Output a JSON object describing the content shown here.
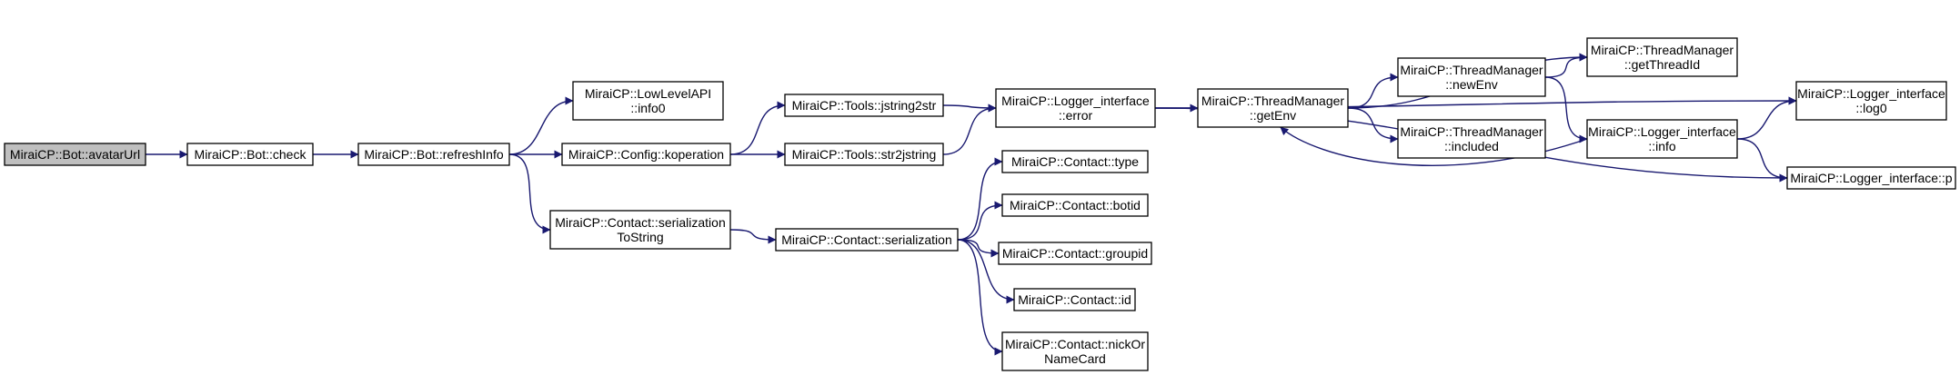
{
  "colors": {
    "edge": "#191970",
    "node_fill": "#ffffff",
    "root_fill": "#bfbfbf",
    "border": "#000000"
  },
  "nodes": [
    {
      "id": "avatarUrl",
      "lines": [
        "MiraiCP::Bot::avatarUrl"
      ],
      "root": true
    },
    {
      "id": "check",
      "lines": [
        "MiraiCP::Bot::check"
      ]
    },
    {
      "id": "refreshInfo",
      "lines": [
        "MiraiCP::Bot::refreshInfo"
      ]
    },
    {
      "id": "info0",
      "lines": [
        "MiraiCP::LowLevelAPI",
        "::info0"
      ]
    },
    {
      "id": "koperation",
      "lines": [
        "MiraiCP::Config::koperation"
      ]
    },
    {
      "id": "serToString",
      "lines": [
        "MiraiCP::Contact::serialization",
        "ToString"
      ]
    },
    {
      "id": "jstring2str",
      "lines": [
        "MiraiCP::Tools::jstring2str"
      ]
    },
    {
      "id": "str2jstring",
      "lines": [
        "MiraiCP::Tools::str2jstring"
      ]
    },
    {
      "id": "serialization",
      "lines": [
        "MiraiCP::Contact::serialization"
      ]
    },
    {
      "id": "error",
      "lines": [
        "MiraiCP::Logger_interface",
        "::error"
      ]
    },
    {
      "id": "type",
      "lines": [
        "MiraiCP::Contact::type"
      ]
    },
    {
      "id": "botid",
      "lines": [
        "MiraiCP::Contact::botid"
      ]
    },
    {
      "id": "groupid",
      "lines": [
        "MiraiCP::Contact::groupid"
      ]
    },
    {
      "id": "cid",
      "lines": [
        "MiraiCP::Contact::id"
      ]
    },
    {
      "id": "nick",
      "lines": [
        "MiraiCP::Contact::nickOr",
        "NameCard"
      ]
    },
    {
      "id": "getEnv",
      "lines": [
        "MiraiCP::ThreadManager",
        "::getEnv"
      ]
    },
    {
      "id": "newEnv",
      "lines": [
        "MiraiCP::ThreadManager",
        "::newEnv"
      ]
    },
    {
      "id": "included",
      "lines": [
        "MiraiCP::ThreadManager",
        "::included"
      ]
    },
    {
      "id": "getThreadId",
      "lines": [
        "MiraiCP::ThreadManager",
        "::getThreadId"
      ]
    },
    {
      "id": "info",
      "lines": [
        "MiraiCP::Logger_interface",
        "::info"
      ]
    },
    {
      "id": "log0",
      "lines": [
        "MiraiCP::Logger_interface",
        "::log0"
      ]
    },
    {
      "id": "p",
      "lines": [
        "MiraiCP::Logger_interface::p"
      ]
    }
  ],
  "edges": [
    [
      "avatarUrl",
      "check"
    ],
    [
      "check",
      "refreshInfo"
    ],
    [
      "refreshInfo",
      "info0"
    ],
    [
      "refreshInfo",
      "koperation"
    ],
    [
      "refreshInfo",
      "serToString"
    ],
    [
      "koperation",
      "jstring2str"
    ],
    [
      "koperation",
      "str2jstring"
    ],
    [
      "serToString",
      "serialization"
    ],
    [
      "jstring2str",
      "error"
    ],
    [
      "str2jstring",
      "error"
    ],
    [
      "serialization",
      "type"
    ],
    [
      "serialization",
      "botid"
    ],
    [
      "serialization",
      "groupid"
    ],
    [
      "serialization",
      "cid"
    ],
    [
      "serialization",
      "nick"
    ],
    [
      "error",
      "getEnv"
    ],
    [
      "error",
      "log0"
    ],
    [
      "error",
      "p"
    ],
    [
      "getEnv",
      "newEnv"
    ],
    [
      "getEnv",
      "included"
    ],
    [
      "getEnv",
      "getThreadId"
    ],
    [
      "newEnv",
      "getThreadId"
    ],
    [
      "newEnv",
      "info"
    ],
    [
      "info",
      "getEnv"
    ],
    [
      "info",
      "log0"
    ],
    [
      "info",
      "p"
    ]
  ]
}
